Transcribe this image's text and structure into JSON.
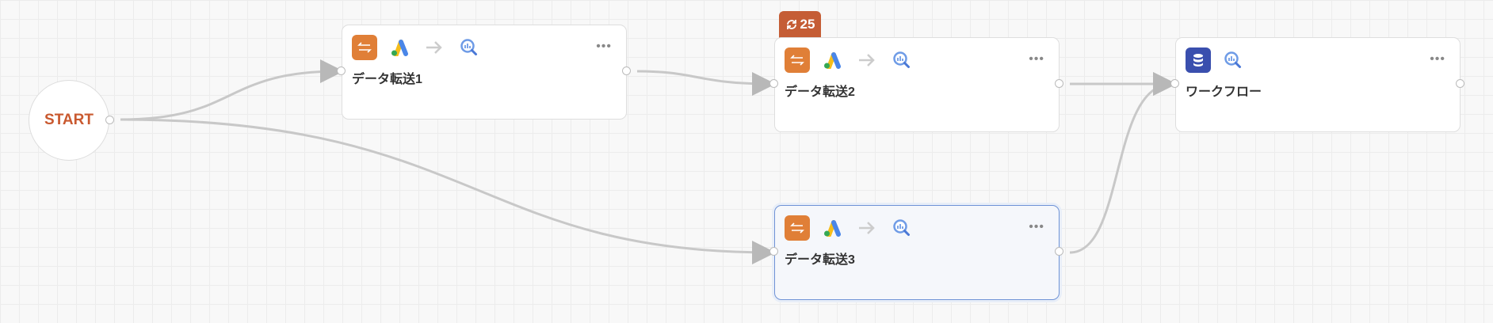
{
  "start": {
    "label": "START"
  },
  "colors": {
    "accent": "#c9592f",
    "transfer": "#e07f37",
    "database": "#3a4fae",
    "selected_border": "#6f93d6",
    "badge": "#c55d35"
  },
  "badge": {
    "icon": "sync-icon",
    "count": "25"
  },
  "nodes": [
    {
      "title": "データ転送1",
      "icons": [
        "transfer-icon",
        "google-ads-icon",
        "arrow-right-icon",
        "bigquery-icon"
      ],
      "menu": "•••"
    },
    {
      "title": "データ転送2",
      "icons": [
        "transfer-icon",
        "google-ads-icon",
        "arrow-right-icon",
        "bigquery-icon"
      ],
      "menu": "•••"
    },
    {
      "title": "データ転送3",
      "icons": [
        "transfer-icon",
        "google-ads-icon",
        "arrow-right-icon",
        "bigquery-icon"
      ],
      "menu": "•••",
      "selected": true
    },
    {
      "title": "ワークフロー",
      "icons": [
        "database-icon",
        "bigquery-icon"
      ],
      "menu": "•••"
    }
  ]
}
